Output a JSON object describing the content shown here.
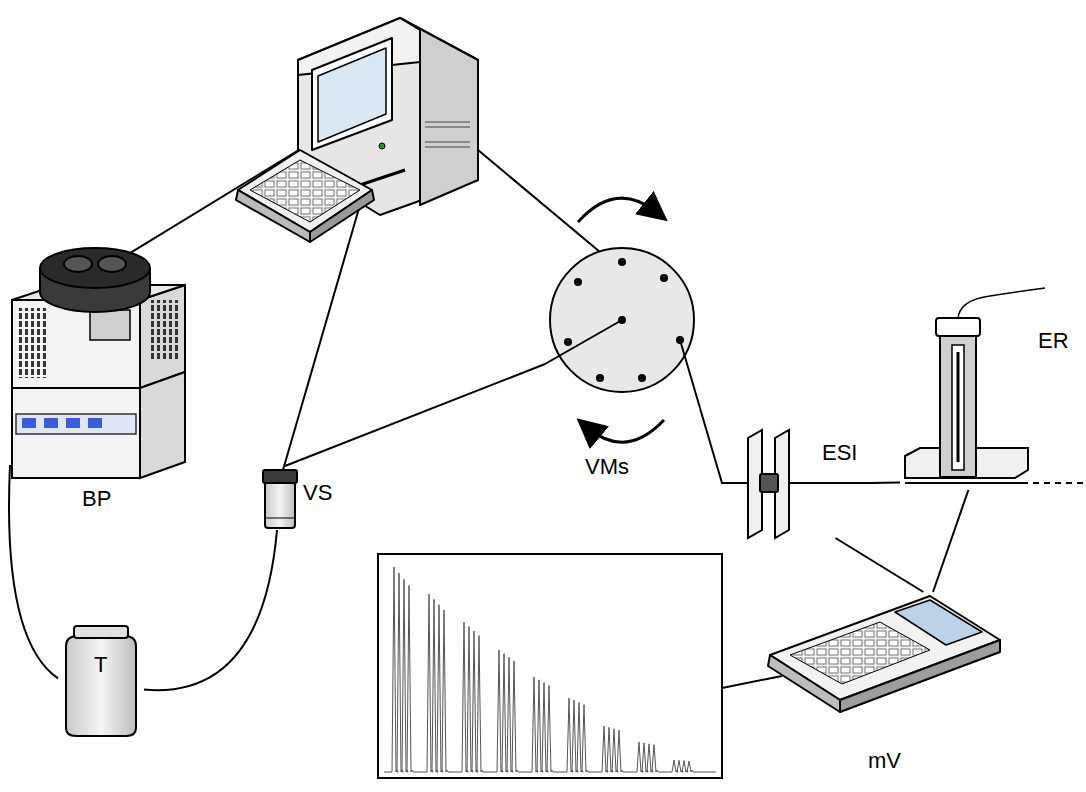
{
  "diagram": {
    "nodes": [
      {
        "text": [
          "BP"
        ]
      },
      {
        "text": [
          "T"
        ]
      },
      {
        "text": [
          "VS"
        ]
      },
      {
        "text": [
          "VMs"
        ]
      },
      {
        "text": [
          "ESI"
        ]
      },
      {
        "text": [
          "ER"
        ]
      },
      {
        "text": [
          "mV"
        ]
      }
    ],
    "edges": [
      {
        "from": 0,
        "to": 1,
        "arrow": "none"
      },
      {
        "from": 1,
        "to": 2,
        "arrow": "none"
      },
      {
        "from": 2,
        "to": 3,
        "arrow": "none"
      },
      {
        "from": 3,
        "to": 4,
        "arrow": "none"
      },
      {
        "from": 4,
        "to": 5,
        "arrow": "none"
      },
      {
        "from": 4,
        "to": 6,
        "arrow": "none"
      },
      {
        "from": 5,
        "to": 6,
        "arrow": "none"
      }
    ]
  }
}
